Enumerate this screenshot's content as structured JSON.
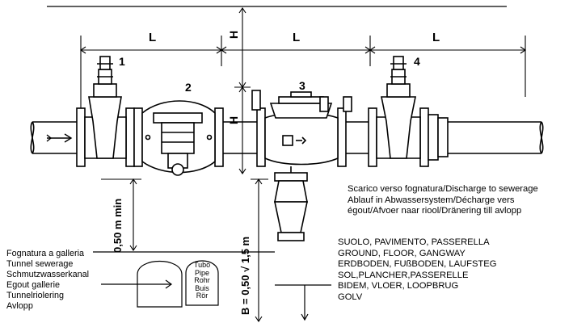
{
  "dimensions": {
    "L_left": "L",
    "L_center": "L",
    "L_right": "L",
    "H_top": "H",
    "H_mid": "H",
    "min_height": "0,50 m min",
    "B_height": "B = 0,50 √ 1,5 m"
  },
  "components": {
    "c1": "1",
    "c2": "2",
    "c3": "3",
    "c4": "4"
  },
  "discharge_note": [
    "Scarico verso fognatura/Discharge to sewerage",
    "Ablauf in Abwassersystem/Décharge vers",
    "égout/Afvoer naar riool/Dränering till avlopp"
  ],
  "ground_labels": [
    "SUOLO, PAVIMENTO, PASSERELLA",
    "GROUND, FLOOR, GANGWAY",
    "ERDBODEN, FUßBODEN, LAUFSTEG",
    "SOL,PLANCHER,PASSERELLE",
    "BIDEM, VLOER, LOOPBRUG",
    "GOLV"
  ],
  "sewer_labels": [
    "Fognatura a galleria",
    "Tunnel sewerage",
    "Schmutzwasserkanal",
    "Egout gallerie",
    "Tunnelriolering",
    "Avlopp"
  ],
  "pipe_labels": [
    "Tubo",
    "Pipe",
    "Rohr",
    "Buis",
    "Rör"
  ]
}
